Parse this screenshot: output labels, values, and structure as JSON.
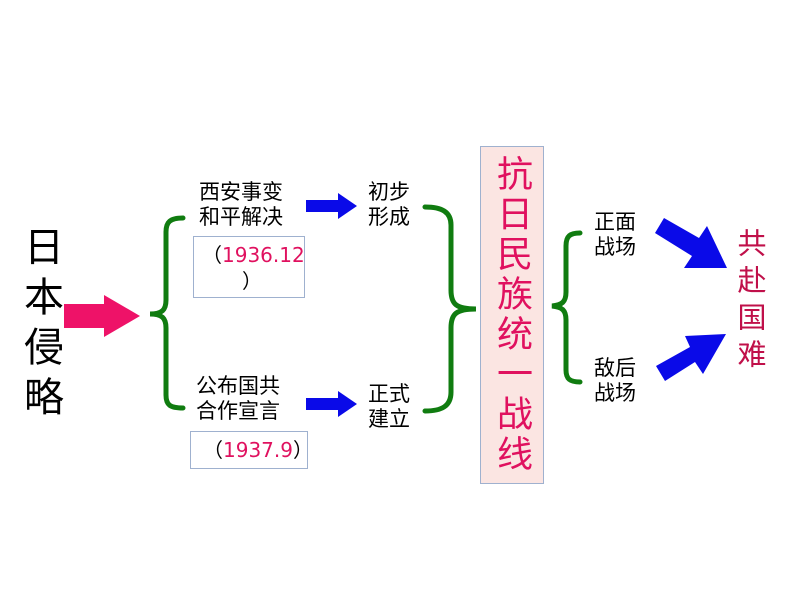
{
  "source": {
    "label": "日本侵略"
  },
  "branch_top": {
    "event_line1": "西安事变",
    "event_line2": "和平解决",
    "date_open": "（",
    "date_value": "1936.12",
    "date_close": "）",
    "result_line1": "初步",
    "result_line2": "形成"
  },
  "branch_bottom": {
    "event_line1": "公布国共",
    "event_line2": "合作宣言",
    "date_open": "（",
    "date_value": "1937.9",
    "date_close": "）",
    "result_line1": "正式",
    "result_line2": "建立"
  },
  "center": {
    "label": "抗日民族统一战线"
  },
  "battlefields": {
    "front_line1": "正面",
    "front_line2": "战场",
    "rear_line1": "敌后",
    "rear_line2": "战场"
  },
  "outcome": {
    "label": "共赴国难"
  },
  "colors": {
    "brace": "#107c10",
    "pink_arrow": "#ee1268",
    "blue_arrow": "#0a0ae8",
    "center_text": "#e0115f",
    "center_bg": "#fbe5e2",
    "outcome_text": "#c0104a"
  }
}
